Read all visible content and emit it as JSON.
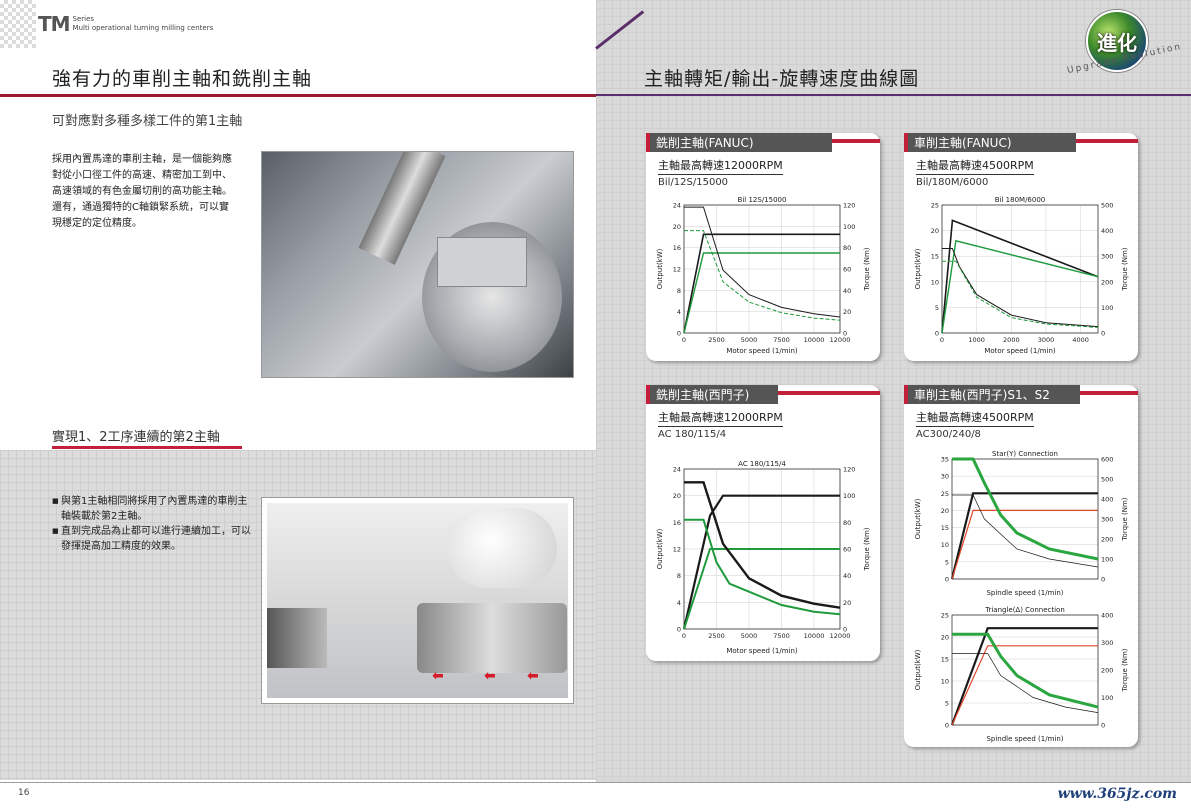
{
  "left": {
    "brand": {
      "series": "TM",
      "series_sub": "Series",
      "tagline": "Multi operational turning milling centers"
    },
    "title": "強有力的車削主軸和銑削主軸",
    "subtitle1": "可對應對多種多樣工件的第1主軸",
    "body1": [
      "採用內置馬達的車削主軸，是一個能夠應",
      "對從小口徑工件的高速、精密加工到中、",
      "高速領域的有色金屬切削的高功能主軸。",
      "還有，通過獨特的C軸鎖緊系統，可以實",
      "現穩定的定位精度。"
    ],
    "subtitle2": "實現1、2工序連續的第2主軸",
    "bullets": [
      "與第1主軸相同將採用了內置馬達的車削主軸裝載於第2主軸。",
      "直到完成品為止都可以進行連續加工，可以發揮提高加工精度的效果。"
    ],
    "page_number": "16"
  },
  "right": {
    "title": "主軸轉矩/輸出-旋轉速度曲線圖",
    "logo_text": "進化",
    "logo_ring": "Upgrade Evolution",
    "url": "www.365jz.com",
    "panels": [
      {
        "title": "銑削主軸(FANUC)",
        "speed": "主軸最高轉速12000RPM",
        "model": "Bil/12S/15000"
      },
      {
        "title": "車削主軸(FANUC)",
        "speed": "主軸最高轉速4500RPM",
        "model": "Bil/180M/6000"
      },
      {
        "title": "銑削主軸(西門子)",
        "speed": "主軸最高轉速12000RPM",
        "model": "AC 180/115/4"
      },
      {
        "title": "車削主軸(西門子)S1、S2",
        "speed": "主軸最高轉速4500RPM",
        "model": "AC300/240/8"
      }
    ]
  },
  "chart_data": [
    {
      "type": "line",
      "title": "Bil 12S/15000",
      "xlabel": "Motor speed (1/min)",
      "ylabel": "Output(kW)",
      "y2label": "Torque (Nm)",
      "xlim": [
        0,
        12000
      ],
      "ylim": [
        0,
        24
      ],
      "y2lim": [
        0,
        120
      ],
      "x_ticks": [
        0,
        2500,
        5000,
        7500,
        10000,
        12000
      ],
      "y_ticks": [
        0,
        4,
        8,
        12,
        16,
        20,
        24
      ],
      "y2_ticks": [
        0,
        20,
        40,
        60,
        80,
        100,
        120
      ],
      "series": [
        {
          "axis": "left",
          "style": "output",
          "x": [
            0,
            1500,
            12000
          ],
          "y": [
            0,
            18.5,
            18.5
          ]
        },
        {
          "axis": "left",
          "style": "output2",
          "x": [
            0,
            1500,
            12000
          ],
          "y": [
            0,
            15,
            15
          ]
        },
        {
          "axis": "right",
          "style": "torque",
          "x": [
            0,
            1500,
            3000,
            5000,
            7500,
            10000,
            12000
          ],
          "y": [
            118,
            118,
            59,
            36,
            24,
            18,
            15
          ]
        },
        {
          "axis": "right",
          "style": "torque2",
          "x": [
            0,
            1500,
            3000,
            5000,
            7500,
            10000,
            12000
          ],
          "y": [
            96,
            96,
            48,
            29,
            19,
            14,
            12
          ]
        }
      ]
    },
    {
      "type": "line",
      "title": "Bil 180M/6000",
      "xlabel": "Motor speed (1/min)",
      "ylabel": "Output(kW)",
      "y2label": "Torque (Nm)",
      "xlim": [
        0,
        4500
      ],
      "ylim": [
        0,
        25
      ],
      "y2lim": [
        0,
        500
      ],
      "x_ticks": [
        0,
        1000,
        2000,
        3000,
        4000
      ],
      "y_ticks": [
        0,
        5,
        10,
        15,
        20,
        25
      ],
      "y2_ticks": [
        0,
        100,
        200,
        300,
        400,
        500
      ],
      "series": [
        {
          "axis": "left",
          "style": "output",
          "x": [
            0,
            300,
            4500
          ],
          "y": [
            0,
            22,
            11
          ]
        },
        {
          "axis": "left",
          "style": "output2",
          "x": [
            0,
            400,
            4500
          ],
          "y": [
            0,
            18,
            11
          ]
        },
        {
          "axis": "right",
          "style": "torque",
          "x": [
            0,
            300,
            500,
            1000,
            2000,
            3000,
            4500
          ],
          "y": [
            330,
            330,
            260,
            150,
            70,
            40,
            25
          ]
        },
        {
          "axis": "right",
          "style": "torque2",
          "x": [
            0,
            400,
            1000,
            2000,
            3000,
            4500
          ],
          "y": [
            280,
            280,
            140,
            60,
            35,
            22
          ]
        }
      ]
    },
    {
      "type": "line",
      "title": "AC 180/115/4",
      "xlabel": "Motor speed (1/min)",
      "ylabel": "Output(kW)",
      "y2label": "Torque (Nm)",
      "xlim": [
        0,
        12000
      ],
      "ylim": [
        0,
        24
      ],
      "y2lim": [
        0,
        120
      ],
      "x_ticks": [
        0,
        2500,
        5000,
        7500,
        10000,
        12000
      ],
      "y_ticks": [
        0,
        4,
        8,
        12,
        16,
        20,
        24
      ],
      "y2_ticks": [
        0,
        20,
        40,
        60,
        80,
        100,
        120
      ],
      "series": [
        {
          "axis": "left",
          "style": "output",
          "x": [
            0,
            2000,
            3000,
            5000,
            12000
          ],
          "y": [
            0,
            17,
            20,
            20,
            20
          ]
        },
        {
          "axis": "left",
          "style": "output2",
          "x": [
            0,
            2000,
            3000,
            12000
          ],
          "y": [
            0,
            12,
            12,
            12
          ]
        },
        {
          "axis": "right",
          "style": "torque",
          "x": [
            0,
            1500,
            3000,
            5000,
            7500,
            10000,
            12000
          ],
          "y": [
            110,
            110,
            64,
            38,
            25,
            19,
            16
          ]
        },
        {
          "axis": "right",
          "style": "torque2",
          "x": [
            0,
            1500,
            2500,
            3500,
            5000,
            7500,
            10000,
            12000
          ],
          "y": [
            82,
            82,
            50,
            34,
            28,
            18,
            13,
            11
          ]
        }
      ]
    },
    {
      "type": "line",
      "title": "Star(Y) Connection",
      "xlabel": "Spindle speed (1/min)",
      "ylabel": "Output(kW)",
      "y2label": "Torque (Nm)",
      "xlim": [
        0,
        4500
      ],
      "ylim": [
        0,
        35
      ],
      "y2lim": [
        0,
        600
      ],
      "x_ticks": [],
      "y_ticks": [
        0,
        5,
        10,
        15,
        20,
        25,
        30,
        35
      ],
      "y2_ticks": [
        0,
        100,
        200,
        300,
        400,
        500,
        600
      ],
      "series": [
        {
          "axis": "left",
          "style": "output",
          "x": [
            0,
            650,
            1000,
            4500
          ],
          "y": [
            0,
            25,
            25,
            25
          ]
        },
        {
          "axis": "left",
          "style": "output2",
          "x": [
            0,
            650,
            1000,
            4500
          ],
          "y": [
            0,
            20,
            20,
            20
          ]
        },
        {
          "axis": "right",
          "style": "torque",
          "x": [
            0,
            650,
            1000,
            1500,
            2000,
            3000,
            4500
          ],
          "y": [
            600,
            600,
            480,
            320,
            230,
            150,
            100
          ]
        },
        {
          "axis": "right",
          "style": "torque2",
          "x": [
            0,
            650,
            1000,
            2000,
            3000,
            4500
          ],
          "y": [
            420,
            420,
            300,
            150,
            100,
            60
          ]
        }
      ]
    },
    {
      "type": "line",
      "title": "Triangle(Δ) Connection",
      "xlabel": "Spindle speed (1/min)",
      "ylabel": "Output(kW)",
      "y2label": "Torque (Nm)",
      "xlim": [
        0,
        4500
      ],
      "ylim": [
        0,
        25
      ],
      "y2lim": [
        0,
        400
      ],
      "x_ticks": [],
      "y_ticks": [
        0,
        5,
        10,
        15,
        20,
        25
      ],
      "y2_ticks": [
        0,
        100,
        200,
        300,
        400
      ],
      "series": [
        {
          "axis": "left",
          "style": "output",
          "x": [
            0,
            1100,
            1500,
            4500
          ],
          "y": [
            0,
            22,
            22,
            22
          ]
        },
        {
          "axis": "left",
          "style": "output2",
          "x": [
            0,
            1100,
            1500,
            4500
          ],
          "y": [
            0,
            18,
            18,
            18
          ]
        },
        {
          "axis": "right",
          "style": "torque",
          "x": [
            0,
            1100,
            1500,
            2000,
            3000,
            4500
          ],
          "y": [
            330,
            330,
            250,
            180,
            110,
            65
          ]
        },
        {
          "axis": "right",
          "style": "torque2",
          "x": [
            0,
            1100,
            1500,
            2500,
            3500,
            4500
          ],
          "y": [
            260,
            260,
            180,
            100,
            65,
            45
          ]
        }
      ]
    }
  ]
}
